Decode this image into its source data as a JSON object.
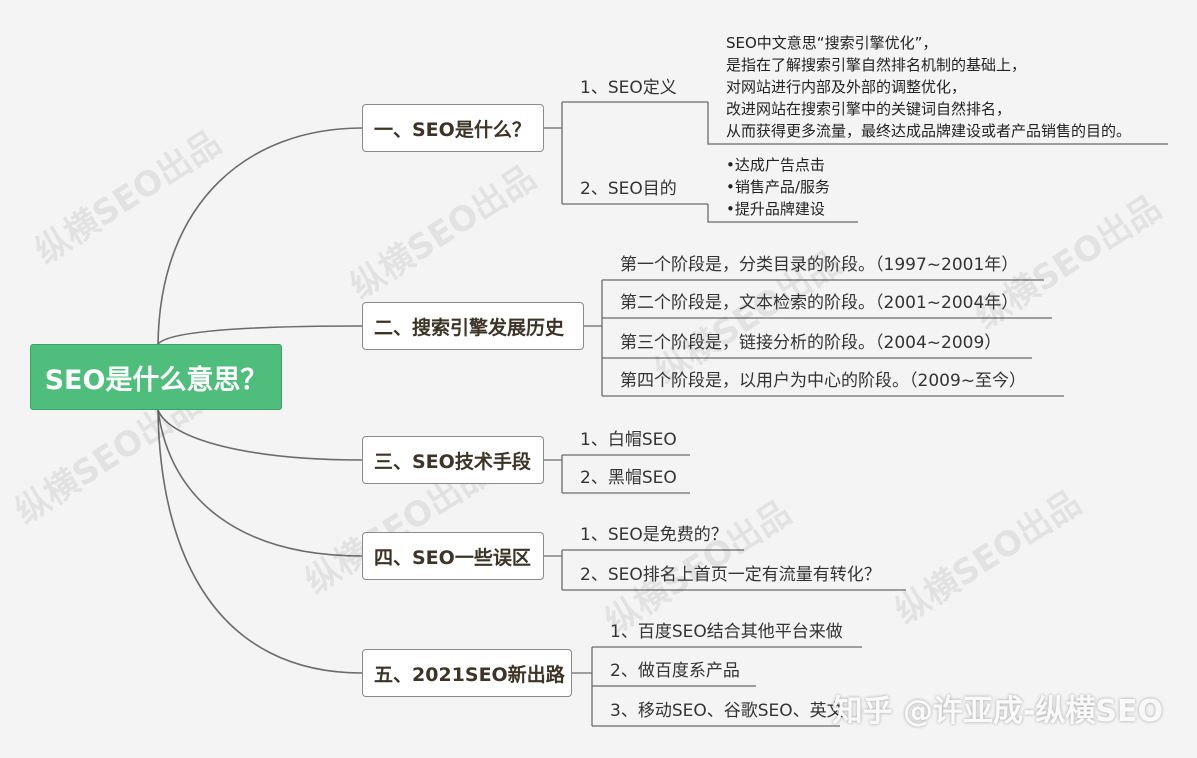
{
  "root": {
    "label": "SEO是什么意思？"
  },
  "branches": [
    {
      "label": "一、SEO是什么？",
      "children": [
        {
          "label": "1、SEO定义",
          "notes": [
            "SEO中文意思“搜索引擎优化”，",
            "是指在了解搜索引擎自然排名机制的基础上，",
            "对网站进行内部及外部的调整优化，",
            "改进网站在搜索引擎中的关键词自然排名，",
            "从而获得更多流量，最终达成品牌建设或者产品销售的目的。"
          ]
        },
        {
          "label": "2、SEO目的",
          "notes": [
            "•达成广告点击",
            "•销售产品/服务",
            "•提升品牌建设"
          ]
        }
      ]
    },
    {
      "label": "二、搜索引擎发展历史",
      "children": [
        {
          "label": "第一个阶段是，分类目录的阶段。（1997~2001年）"
        },
        {
          "label": "第二个阶段是，文本检索的阶段。（2001~2004年）"
        },
        {
          "label": "第三个阶段是，链接分析的阶段。（2004~2009）"
        },
        {
          "label": "第四个阶段是，以用户为中心的阶段。（2009~至今）"
        }
      ]
    },
    {
      "label": "三、SEO技术手段",
      "children": [
        {
          "label": "1、白帽SEO"
        },
        {
          "label": "2、黑帽SEO"
        }
      ]
    },
    {
      "label": "四、SEO一些误区",
      "children": [
        {
          "label": "1、SEO是免费的？"
        },
        {
          "label": "2、SEO排名上首页一定有流量有转化？"
        }
      ]
    },
    {
      "label": "五、2021SEO新出路",
      "children": [
        {
          "label": "1、百度SEO结合其他平台来做"
        },
        {
          "label": "2、做百度系产品"
        },
        {
          "label": "3、移动SEO、谷歌SEO、英文"
        }
      ]
    }
  ],
  "watermark": "纵横SEO出品",
  "credit": "知乎 @许亚成-纵横SEO",
  "colors": {
    "root_fill": "#4fbe7c",
    "line": "#6b6b6b",
    "background": "#f4f4f4"
  }
}
